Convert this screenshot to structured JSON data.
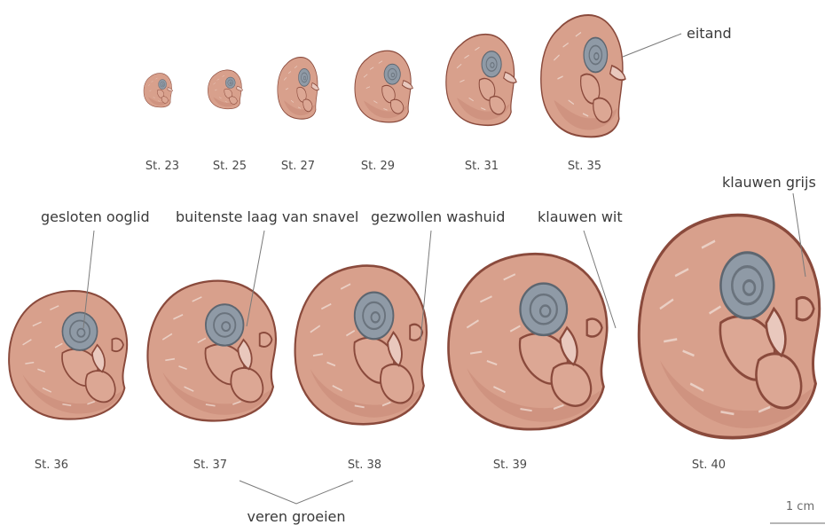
{
  "stages": [
    {
      "label": "St. 23"
    },
    {
      "label": "St. 25"
    },
    {
      "label": "St. 27"
    },
    {
      "label": "St. 29"
    },
    {
      "label": "St. 31"
    },
    {
      "label": "St. 35"
    },
    {
      "label": "St. 36"
    },
    {
      "label": "St. 37"
    },
    {
      "label": "St. 38"
    },
    {
      "label": "St. 39"
    },
    {
      "label": "St. 40"
    }
  ],
  "annotations": {
    "eitand": "eitand",
    "klauwen_grijs": "klauwen grijs",
    "gesloten_ooglid": "gesloten ooglid",
    "buitenste_laag": "buitenste laag van snavel",
    "gezwollen_washuid": "gezwollen washuid",
    "klauwen_wit": "klauwen wit",
    "veren_groeien": "veren groeien"
  },
  "scale_bar": {
    "label": "1 cm"
  },
  "colors": {
    "skin": "#d8a08c",
    "outline": "#8a4a3c",
    "eye": "#8f9aa6",
    "text": "#3a3a3a"
  }
}
